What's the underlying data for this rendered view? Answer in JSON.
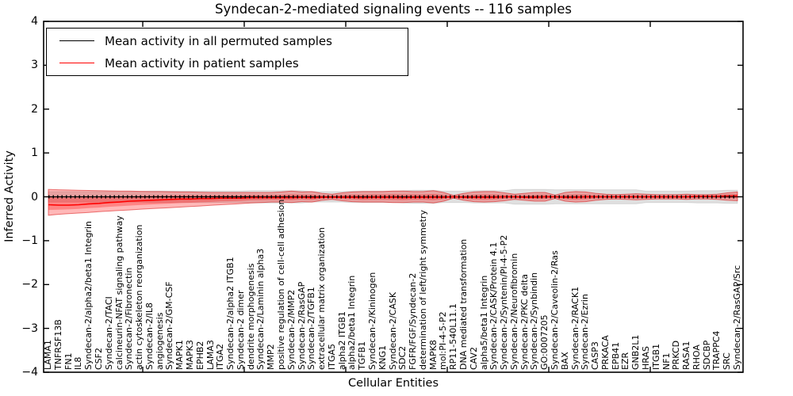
{
  "chart_data": {
    "type": "line",
    "title": "Syndecan-2-mediated signaling events -- 116 samples",
    "xlabel": "Cellular Entities",
    "ylabel": "Inferred Activity",
    "ylim": [
      -4,
      4
    ],
    "yticklabels": [
      "4",
      "3",
      "2",
      "1",
      "0",
      "−1",
      "−2",
      "−3",
      "−4"
    ],
    "grid": false,
    "legend_position": "upper left",
    "legend": {
      "items": [
        {
          "label": "Mean activity in all permuted samples",
          "color": "#000000"
        },
        {
          "label": "Mean activity in patient samples",
          "color": "#ff0000"
        }
      ]
    },
    "categories": [
      "LAMA1",
      "TNFRSF13B",
      "FN1",
      "IL8",
      "Syndecan-2/alpha2/beta1 Integrin",
      "CSF2",
      "Syndecan-2/TACI",
      "calcineurin-NFAT signaling pathway",
      "Syndecan-2/Fibronectin",
      "actin cytoskeleton reorganization",
      "Syndecan-2/IL8",
      "angiogenesis",
      "Syndecan-2/GM-CSF",
      "MAPK1",
      "MAPK3",
      "EPHB2",
      "LAMA3",
      "ITGA2",
      "Syndecan-2/alpha2 ITGB1",
      "Syndecan-2 dimer",
      "dendrite morphogenesis",
      "Syndecan-2/Laminin alpha3",
      "MMP2",
      "positive regulation of cell-cell adhesion",
      "Syndecan-2/MMP2",
      "Syndecan-2/RasGAP",
      "Syndecan-2/TGFB1",
      "extracellular matrix organization",
      "ITGA5",
      "alpha2 ITGB1",
      "alpha2/beta1 Integrin",
      "TGFB1",
      "Syndecan-2/Kininogen",
      "KNG1",
      "Syndecan-2/CASK",
      "SDC2",
      "FGFR/FGF/Syndecan-2",
      "determination of left/right symmetry",
      "MAPK8",
      "mol:PI-4-5-P2",
      "RP11-540L11.1",
      "DNA mediated transformation",
      "CAV2",
      "alpha5/beta1 Integrin",
      "Syndecan-2/CASK/Protein 4.1",
      "Syndecan-2/Syntenin/PI-4-5-P2",
      "Syndecan-2/Neurofibromin",
      "Syndecan-2/PKC delta",
      "Syndecan-2/Synbindin",
      "GO:0007205",
      "Syndecan-2/Caveolin-2/Ras",
      "BAX",
      "Syndecan-2/RACK1",
      "Syndecan-2/Ezrin",
      "CASP3",
      "PRKACA",
      "EPB41",
      "EZR",
      "GNB2L1",
      "HRAS",
      "ITGB1",
      "NF1",
      "PRKCD",
      "RASA1",
      "RHOA",
      "SDCBP",
      "TRAPPC4",
      "SRC",
      "Syndecan-2/RasGAP/Src"
    ],
    "series": [
      {
        "name": "Mean activity in all permuted samples",
        "color": "#000000",
        "values": [
          0,
          0,
          0,
          0,
          0,
          0,
          0,
          0,
          0,
          0,
          0,
          0,
          0,
          0,
          0,
          0,
          0,
          0,
          0,
          0,
          0,
          0,
          0,
          0,
          0,
          0,
          0,
          0,
          0,
          0,
          0,
          0,
          0,
          0,
          0,
          0,
          0,
          0,
          0,
          0,
          0,
          0,
          0,
          0,
          0,
          0,
          0,
          0,
          0,
          0,
          0,
          0,
          0,
          0,
          0,
          0,
          0,
          0,
          0,
          0,
          0,
          0,
          0,
          0,
          0,
          0,
          0,
          0,
          0
        ]
      },
      {
        "name": "Mean activity in patient samples",
        "color": "#ff0000",
        "values": [
          -0.18,
          -0.19,
          -0.19,
          -0.18,
          -0.16,
          -0.15,
          -0.13,
          -0.12,
          -0.1,
          -0.09,
          -0.08,
          -0.07,
          -0.06,
          -0.05,
          -0.05,
          -0.04,
          -0.04,
          -0.03,
          -0.03,
          -0.03,
          -0.02,
          -0.02,
          -0.02,
          -0.02,
          -0.02,
          -0.01,
          -0.02,
          -0.01,
          -0.01,
          -0.01,
          -0.01,
          -0.02,
          -0.01,
          -0.01,
          -0.01,
          -0.02,
          -0.01,
          -0.01,
          -0.01,
          -0.01,
          0,
          -0.01,
          -0.01,
          -0.01,
          -0.01,
          0,
          0,
          -0.01,
          -0.01,
          0,
          0,
          -0.01,
          -0.01,
          0,
          0,
          0,
          0,
          0,
          0,
          0,
          0,
          0,
          0,
          0,
          0.01,
          0.01,
          0.01,
          0.02,
          0.02
        ]
      }
    ],
    "bands": [
      {
        "name": "permuted-range",
        "color": "rgba(0,0,0,0.12)",
        "edge": "rgba(0,0,0,0.10)",
        "upper": [
          0.12,
          0.12,
          0.12,
          0.12,
          0.12,
          0.12,
          0.12,
          0.12,
          0.12,
          0.12,
          0.13,
          0.13,
          0.13,
          0.13,
          0.13,
          0.13,
          0.13,
          0.13,
          0.13,
          0.13,
          0.14,
          0.14,
          0.14,
          0.14,
          0.14,
          0.14,
          0.12,
          0.12,
          0.12,
          0.12,
          0.13,
          0.13,
          0.13,
          0.13,
          0.13,
          0.14,
          0.15,
          0.15,
          0.15,
          0.13,
          0.13,
          0.13,
          0.14,
          0.14,
          0.14,
          0.14,
          0.17,
          0.17,
          0.17,
          0.17,
          0.16,
          0.16,
          0.16,
          0.16,
          0.16,
          0.16,
          0.16,
          0.16,
          0.16,
          0.13,
          0.13,
          0.13,
          0.13,
          0.13,
          0.14,
          0.14,
          0.14,
          0.15,
          0.15
        ],
        "lower": [
          -0.12,
          -0.12,
          -0.12,
          -0.12,
          -0.12,
          -0.12,
          -0.12,
          -0.12,
          -0.12,
          -0.12,
          -0.13,
          -0.13,
          -0.13,
          -0.13,
          -0.13,
          -0.13,
          -0.13,
          -0.13,
          -0.13,
          -0.13,
          -0.14,
          -0.14,
          -0.14,
          -0.14,
          -0.14,
          -0.14,
          -0.12,
          -0.12,
          -0.12,
          -0.12,
          -0.13,
          -0.13,
          -0.13,
          -0.13,
          -0.13,
          -0.14,
          -0.15,
          -0.15,
          -0.15,
          -0.13,
          -0.13,
          -0.13,
          -0.14,
          -0.14,
          -0.14,
          -0.14,
          -0.17,
          -0.17,
          -0.17,
          -0.17,
          -0.16,
          -0.16,
          -0.16,
          -0.16,
          -0.16,
          -0.16,
          -0.16,
          -0.16,
          -0.16,
          -0.13,
          -0.13,
          -0.13,
          -0.13,
          -0.13,
          -0.14,
          -0.14,
          -0.14,
          -0.15,
          -0.15
        ]
      },
      {
        "name": "patient-range",
        "color": "rgba(255,0,0,0.28)",
        "edge": "rgba(215,0,0,0.5)",
        "mean_ref": 1,
        "core_fraction": 0.5,
        "upper": [
          0.17,
          0.16,
          0.155,
          0.15,
          0.145,
          0.14,
          0.135,
          0.13,
          0.13,
          0.125,
          0.12,
          0.12,
          0.115,
          0.11,
          0.11,
          0.105,
          0.1,
          0.1,
          0.1,
          0.1,
          0.1,
          0.1,
          0.1,
          0.11,
          0.13,
          0.11,
          0.12,
          0.08,
          0.06,
          0.09,
          0.11,
          0.12,
          0.12,
          0.12,
          0.13,
          0.13,
          0.12,
          0.12,
          0.14,
          0.1,
          0.03,
          0.08,
          0.11,
          0.12,
          0.12,
          0.09,
          0.06,
          0.08,
          0.1,
          0.1,
          0.04,
          0.1,
          0.12,
          0.11,
          0.08,
          0.06,
          0.05,
          0.06,
          0.07,
          0.06,
          0.05,
          0.05,
          0.05,
          0.06,
          0.05,
          0.05,
          0.06,
          0.09,
          0.11
        ],
        "lower": [
          -0.42,
          -0.4,
          -0.385,
          -0.37,
          -0.355,
          -0.34,
          -0.325,
          -0.31,
          -0.3,
          -0.285,
          -0.27,
          -0.26,
          -0.25,
          -0.235,
          -0.22,
          -0.21,
          -0.195,
          -0.18,
          -0.17,
          -0.155,
          -0.14,
          -0.13,
          -0.12,
          -0.12,
          -0.13,
          -0.11,
          -0.12,
          -0.08,
          -0.06,
          -0.09,
          -0.11,
          -0.12,
          -0.12,
          -0.12,
          -0.13,
          -0.13,
          -0.12,
          -0.12,
          -0.14,
          -0.1,
          -0.03,
          -0.08,
          -0.11,
          -0.12,
          -0.11,
          -0.09,
          -0.06,
          -0.08,
          -0.1,
          -0.1,
          -0.04,
          -0.1,
          -0.12,
          -0.11,
          -0.08,
          -0.06,
          -0.05,
          -0.06,
          -0.07,
          -0.06,
          -0.05,
          -0.05,
          -0.05,
          -0.06,
          -0.05,
          -0.05,
          -0.06,
          -0.08,
          -0.09
        ]
      }
    ]
  }
}
